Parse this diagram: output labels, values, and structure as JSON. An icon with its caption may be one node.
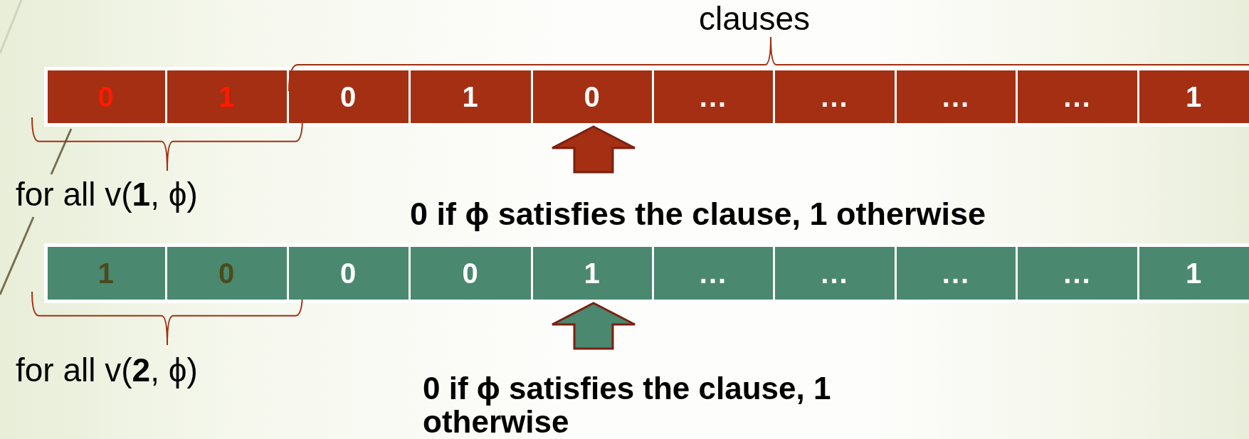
{
  "diagram": {
    "nodes": [
      {
        "text": [
          "0"
        ]
      },
      {
        "text": [
          "1"
        ]
      },
      {
        "text": [
          "0"
        ]
      },
      {
        "text": [
          "1"
        ]
      },
      {
        "text": [
          "0"
        ]
      },
      {
        "text": [
          "..."
        ]
      },
      {
        "text": [
          "..."
        ]
      },
      {
        "text": [
          "..."
        ]
      },
      {
        "text": [
          "..."
        ]
      },
      {
        "text": [
          "1"
        ]
      },
      {
        "text": [
          "1"
        ]
      },
      {
        "text": [
          "0"
        ]
      },
      {
        "text": [
          "0"
        ]
      },
      {
        "text": [
          "0"
        ]
      },
      {
        "text": [
          "1"
        ]
      },
      {
        "text": [
          "..."
        ]
      },
      {
        "text": [
          "..."
        ]
      },
      {
        "text": [
          "..."
        ]
      },
      {
        "text": [
          "..."
        ]
      },
      {
        "text": [
          "1"
        ]
      }
    ],
    "edges": [
      {
        "from": null,
        "to": 4,
        "arrow": "to",
        "color": "#a42f12"
      },
      {
        "from": null,
        "to": 14,
        "arrow": "to",
        "color": "#4a8870"
      }
    ],
    "labels": [
      "clauses",
      "for all v(**1**, ϕ)",
      "0 if ϕ satisfies the clause, 1 otherwise",
      "for all v(**2**, ϕ)",
      "0 if ϕ satisfies the clause, 1 otherwise"
    ]
  }
}
